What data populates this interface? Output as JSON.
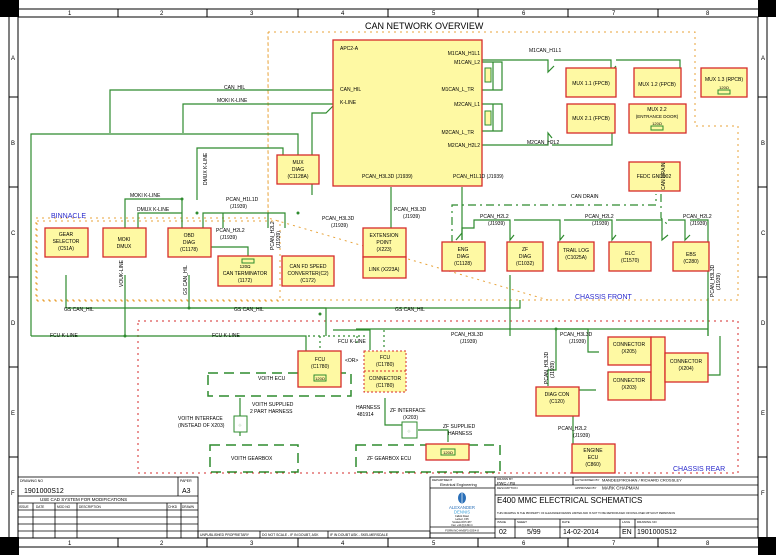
{
  "title": "CAN NETWORK OVERVIEW",
  "grid": {
    "columns": [
      "1",
      "2",
      "3",
      "4",
      "5",
      "6",
      "7",
      "8"
    ],
    "rows": [
      "A",
      "B",
      "C",
      "D",
      "E",
      "F"
    ]
  },
  "zones": {
    "binnacle": "BINNACLE",
    "chassis_front": "CHASSIS FRONT",
    "chassis_rear": "CHASSIS REAR"
  },
  "modules": {
    "apc": {
      "name": "APC2-A",
      "pins_left": [
        "CAN_HIL",
        "K-LINE"
      ],
      "pins_right": [
        "M1CAN_H1L1",
        "M1CAN_L2",
        "M1CAN_L_TR",
        "M2CAN_L1",
        "M2CAN_L_TR",
        "M2CAN_H2L2"
      ],
      "pins_bottom": [
        "PCAN_H3L3D (J1939)",
        "PCAN_H1L1D (J1939)"
      ]
    },
    "mux11": "MUX 1.1 (FPCB)",
    "mux12": "MUX 1.2 (FPCB)",
    "mux13": "MUX 1.3 (RPCB)",
    "mux21": "MUX 2.1 (FPCB)",
    "mux22": "MUX 2.2 (ENTRANCE DOOR)",
    "mux_diag": [
      "MUX",
      "DIAG",
      "(C1128A)"
    ],
    "gear_selector": [
      "GEAR",
      "SELECTOR",
      "(C51A)"
    ],
    "moki_dmux": [
      "MOKI",
      "DMUX"
    ],
    "obd_diag": [
      "OBD",
      "DIAG",
      "(C1178)"
    ],
    "can_terminator": [
      "120Ω",
      "CAN TERMINATOR",
      "(1172)"
    ],
    "can_speed_converter": [
      "CAN FD SPEED",
      "CONVERTER(C2)",
      "(C172)"
    ],
    "extension_point": [
      "EXTENSION",
      "POINT",
      "(X223)"
    ],
    "link": "LINK (X223A)",
    "eng_diag": [
      "ENG",
      "DIAG",
      "(C1128)"
    ],
    "zf_diag": [
      "ZF",
      "DIAG",
      "(C1032)"
    ],
    "trailer_log": [
      "TRAIL LOG",
      "(C1025A)"
    ],
    "elc": [
      "ELC",
      "(C1570)"
    ],
    "ebs": [
      "EBS",
      "(C280)"
    ],
    "fedc": "FEDC GND002",
    "fcu": [
      "FCU",
      "(C1780)"
    ],
    "fcu_conn": [
      "FCU",
      "(C1780)",
      "CONNECTOR",
      "(C1780)"
    ],
    "diag_con": [
      "DIAG CON",
      "(C120)"
    ],
    "conn_x205": [
      "CONNECTOR",
      "(X205)"
    ],
    "conn_x203": [
      "CONNECTOR",
      "(X203)"
    ],
    "conn_x204": [
      "CONNECTOR",
      "(X204)"
    ],
    "engine_ecu": [
      "ENGINE",
      "ECU",
      "(C860)"
    ],
    "zf_terminator": "120Ω",
    "fcu_terminator": "120Ω"
  },
  "signals": {
    "can_hil": "CAN_HIL",
    "moki_kline": "MOKI K-LINE",
    "mok_kline": "MOKI K-LINE",
    "dmux_kline": "DMUX K-LINE",
    "dmux_kline_v": "DMUX K-LINE",
    "m1can_hil1": "M1CAN_H1L1",
    "m2can_h2l2": "M2CAN_H2L2",
    "pcan_h3l3d": "PCAN_H3L3D",
    "j1939": "(J1939)",
    "pcan_h2l2": "PCAN_H2L2",
    "pcan_h1l1d": "PCAN_H1L1D",
    "can_drain": "CAN DRAIN",
    "can_drain_v": "CAN DRAIN",
    "gs_can_hil": "GS CAN_HIL",
    "fcu_kline": "FCU K-LINE",
    "fcu_kline2": "FCU K-LINE",
    "voith_ecu": "VOITH ECU",
    "voith_supplied": [
      "VOITH SUPPLIED",
      "2 PART HARNESS"
    ],
    "voith_interface": [
      "VOITH INTERFACE",
      "(INSTEAD OF X203)"
    ],
    "voith_gearbox": "VOITH GEARBOX",
    "zf_gearbox": "ZF GEARBOX ECU",
    "zf_interface": [
      "ZF INTERFACE",
      "(X203)"
    ],
    "zf_supplied": [
      "ZF SUPPLIED",
      "HARNESS"
    ],
    "harness": [
      "HARNESS",
      "481914"
    ],
    "or": "<OR>",
    "gs_can_hil_v": "GS CAN_HIL",
    "vouk_line": "VOUK-LINE",
    "pcan_h2l2_v": "PCAN_H2L2",
    "pcan_h2l2_j": "(J1939)",
    "pcan_h3l3d_v": "PCAN_H3L3D",
    "pcan_h3l3d_vj": "(J1939)"
  },
  "resistor_labels": [
    "120Ω",
    "120Ω"
  ],
  "title_block": {
    "drawing_no_label": "DRAWING NO",
    "drawing_no": "1901000S12",
    "paper_label": "PAPER",
    "paper": "A3",
    "cad_note": "USE CAD SYSTEM FOR MODIFICATIONS",
    "rev_headers": [
      "ISSUE",
      "DATE",
      "MOD NO",
      "DESCRIPTION",
      "CHKD",
      "DRAWN"
    ],
    "rev_rows": 4,
    "footer_cells": [
      "UNPUBLISHED PROPRIETARY",
      "DO NOT SCALE - IF IN DOUBT, ASK",
      "IF IN DOUBT ASK - SKELMERSDALE"
    ],
    "department_label": "DEPARTMENT",
    "department": "Electrical Engineering",
    "drawn_label": "DRAWN BY",
    "drawn": "PWC / PB",
    "authorised_label": "AUTHORISED BY",
    "authorised": "MANDEEP/ROHAN / RICHARD CROSSLEY",
    "approved_label": "APPROVED BY",
    "approved": "MARK CHAPMAN",
    "description_label": "DESCRIPTION",
    "description": "E400 MMC ELECTRICAL SCHEMATICS",
    "company": [
      "ALEXANDER",
      "DENNIS"
    ],
    "company_address": [
      "Falkirk Road",
      "Larbert, FK5",
      "Scotland FK5 4PY",
      "Fax: +44 (0) 1324 4"
    ],
    "form_no": "FORM NO HMSF5 003/4 8",
    "issue_label": "ISSUE",
    "issue": "02",
    "sheet_label": "SHEET",
    "sheet": "5/99",
    "date_label": "DATE",
    "date": "14-02-2014",
    "lang_label": "LANG",
    "lang": "EN",
    "drg_label": "DRAWING NO",
    "drg": "1901000S12",
    "copyright_note": "THIS DRAWING IS THE PROPERTY OF ALEXANDER DENNIS LIMITED AND IS NOT TO BE REPRODUCED OR DISCLOSED WITHOUT PERMISSION"
  }
}
